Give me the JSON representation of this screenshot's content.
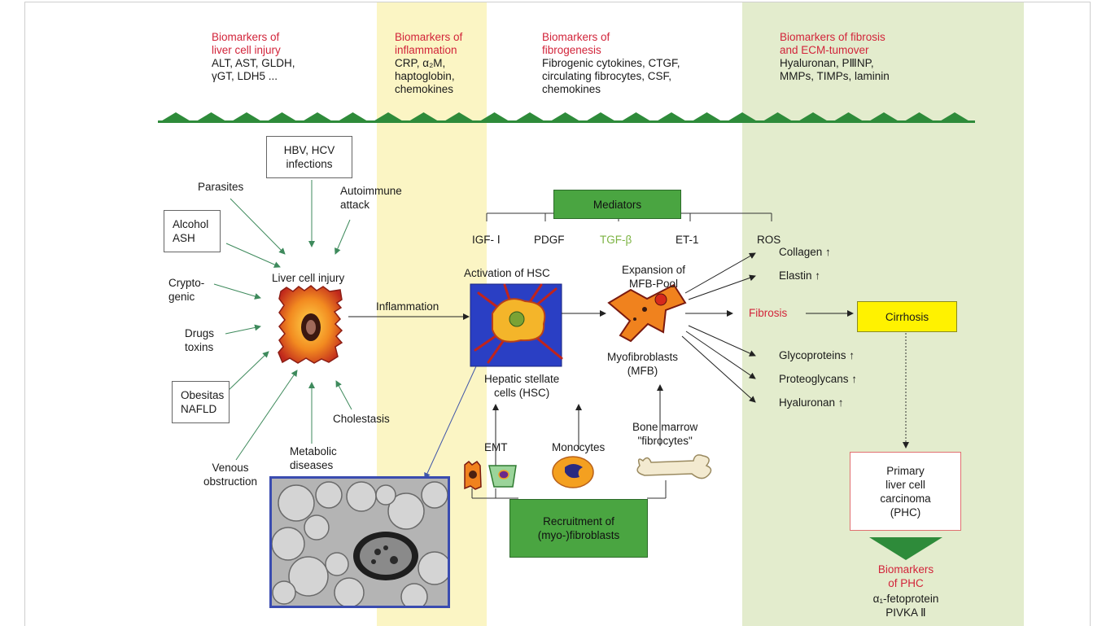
{
  "headers": [
    {
      "title": "Biomarkers of\nliver cell injury",
      "body": "ALT, AST, GLDH,\nγGT, LDH5 ..."
    },
    {
      "title": "Biomarkers of\ninflammation",
      "body": "CRP, α₂M,\nhaptoglobin,\nchemokines"
    },
    {
      "title": "Biomarkers of\nfibrogenesis",
      "body": "Fibrogenic cytokines, CTGF,\ncirculating fibrocytes, CSF,\nchemokines"
    },
    {
      "title": "Biomarkers of fibrosis\nand ECM-tumover",
      "body": "Hyaluronan, PⅢNP,\nMMPs, TIMPs, laminin"
    }
  ],
  "causes": {
    "hbv": "HBV, HCV\ninfections",
    "parasites": "Parasites",
    "autoimmune": "Autoimmune\nattack",
    "alcohol": "Alcohol\nASH",
    "cryptogenic": "Crypto-\ngenic",
    "drugs": "Drugs\ntoxins",
    "obesitas": "Obesitas\nNAFLD",
    "venous": "Venous\nobstruction",
    "metabolic": "Metabolic\ndiseases",
    "cholestasis": "Cholestasis"
  },
  "center": {
    "liver_cell_injury": "Liver cell injury",
    "inflammation": "Inflammation",
    "activation_hsc": "Activation of HSC",
    "hepatic_stellate": "Hepatic stellate\ncells (HSC)",
    "expansion": "Expansion of\nMFB-Pool",
    "myofibroblasts": "Myofibroblasts\n(MFB)"
  },
  "mediators": {
    "title": "Mediators",
    "items": [
      "IGF- Ⅰ",
      "PDGF",
      "TGF-β",
      "ET-1",
      "ROS"
    ]
  },
  "products": [
    "Collagen ↑",
    "Elastin ↑",
    "Glycoproteins ↑",
    "Proteoglycans ↑",
    "Hyaluronan ↑"
  ],
  "outcomes": {
    "fibrosis": "Fibrosis",
    "cirrhosis": "Cirrhosis",
    "phc": "Primary\nliver cell\ncarcinoma\n(PHC)"
  },
  "recruitment": {
    "emt": "EMT",
    "monocytes": "Monocytes",
    "bone_marrow": "Bone marrow\n\"fibrocytes\"",
    "box": "Recruitment of\n(myo-)fibroblasts"
  },
  "phc_markers": {
    "title": "Biomarkers\nof PHC",
    "body": "α₁-fetoprotein\nPIVKA Ⅱ"
  },
  "colors": {
    "red": "#d2243a",
    "green_box": "#4aa541",
    "inflammation_band": "#fbf5c4",
    "fibrosis_band": "#e3eccd",
    "cirrhosis_box": "#fff200",
    "tgf": "#7cb342"
  }
}
